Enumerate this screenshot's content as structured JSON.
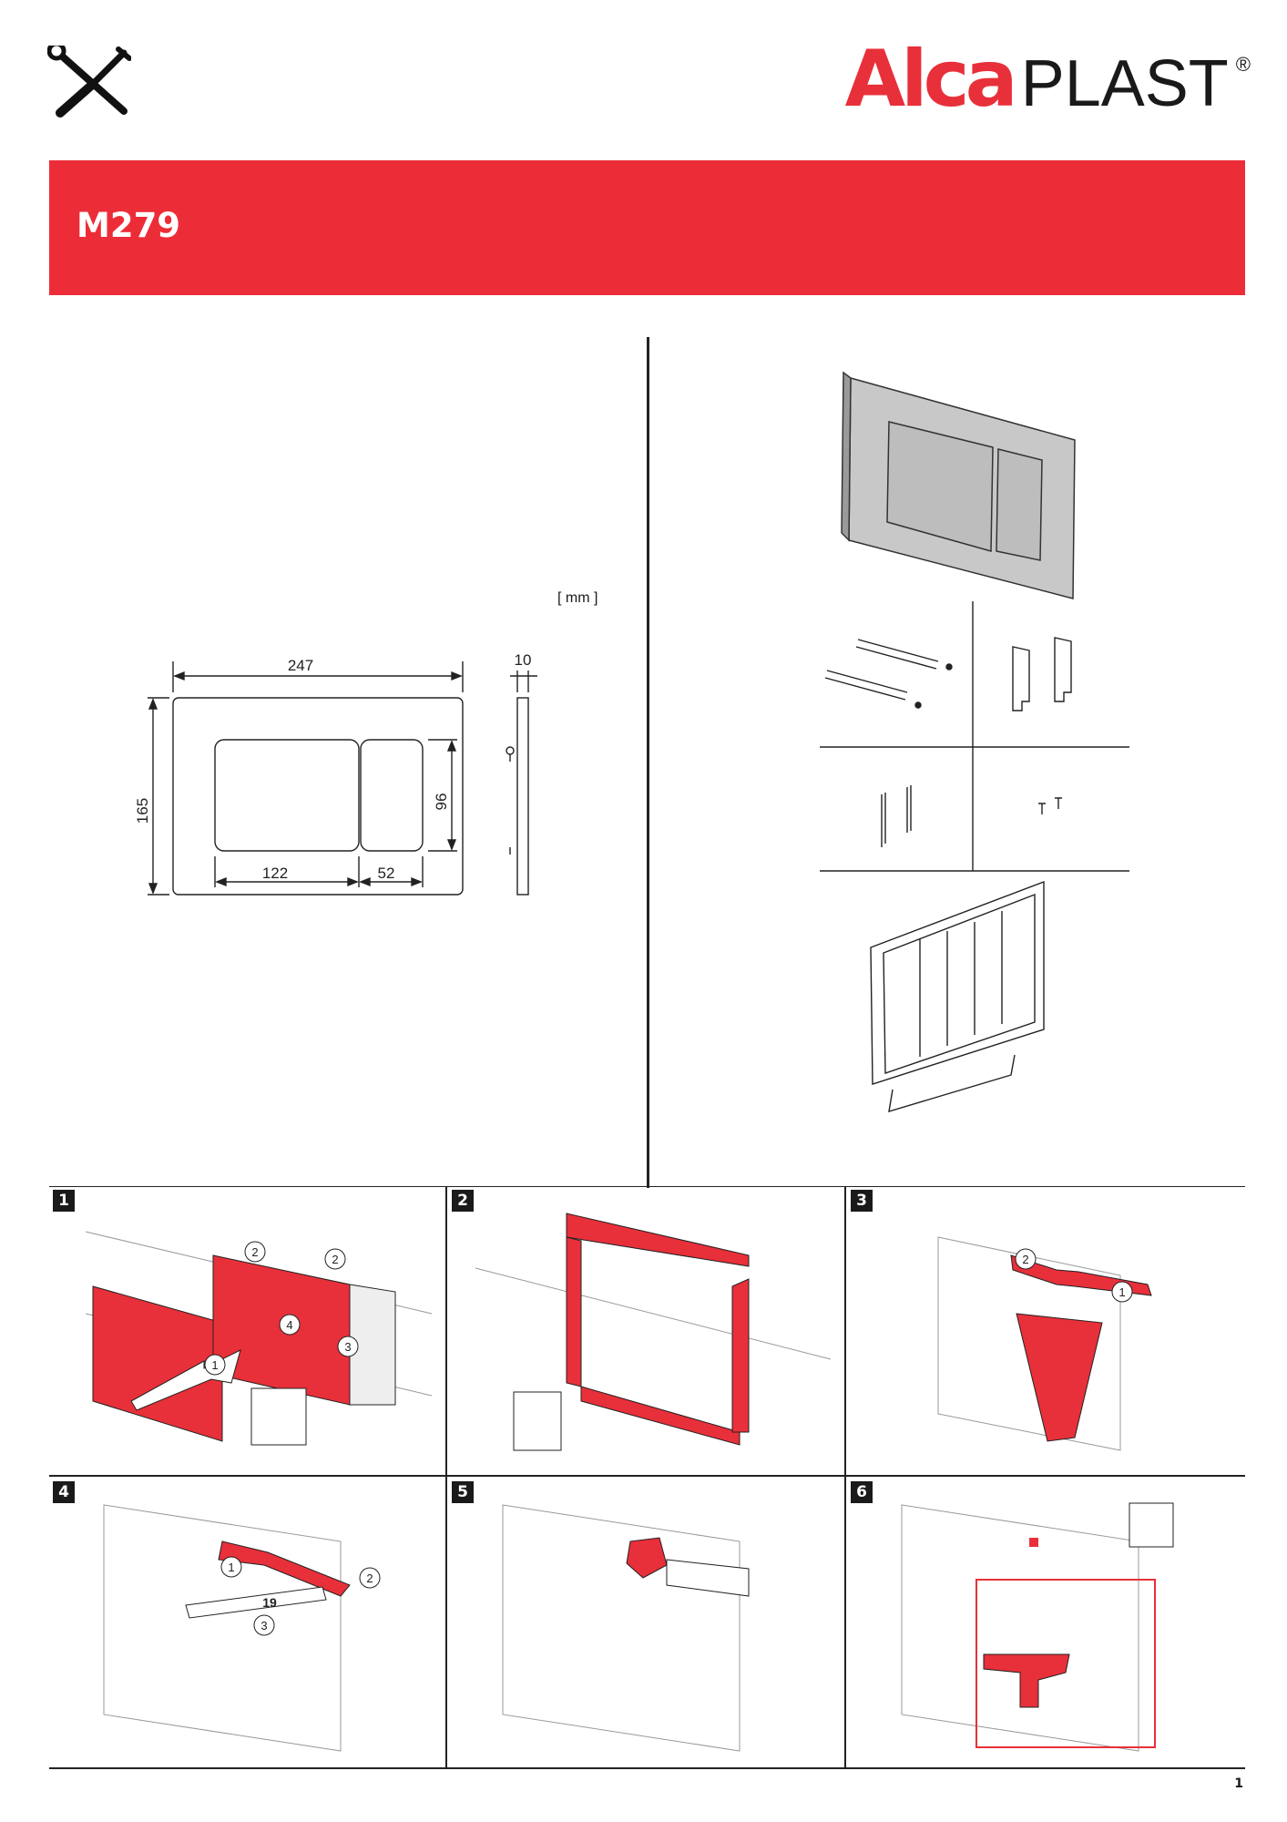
{
  "brand": {
    "logo_alca": "Alca",
    "logo_plast": "PLAST",
    "logo_reg": "®",
    "accent_color": "#ec2d38"
  },
  "header": {
    "tools_icon": "wrench-screwdriver-icon",
    "title": "M279"
  },
  "drawing": {
    "unit": "[ mm ]",
    "dim_width": "247",
    "dim_height": "165",
    "dim_depth": "10",
    "dim_button_height": "96",
    "dim_big_button": "122",
    "dim_small_button": "52"
  },
  "steps": {
    "s1": "1",
    "s2": "2",
    "s3": "3",
    "s4": "4",
    "s5": "5",
    "s6": "6"
  },
  "callouts": {
    "one": "1",
    "two": "2",
    "three": "3",
    "four": "4",
    "wrench_size": "19"
  },
  "footer": {
    "page_number": "1"
  }
}
